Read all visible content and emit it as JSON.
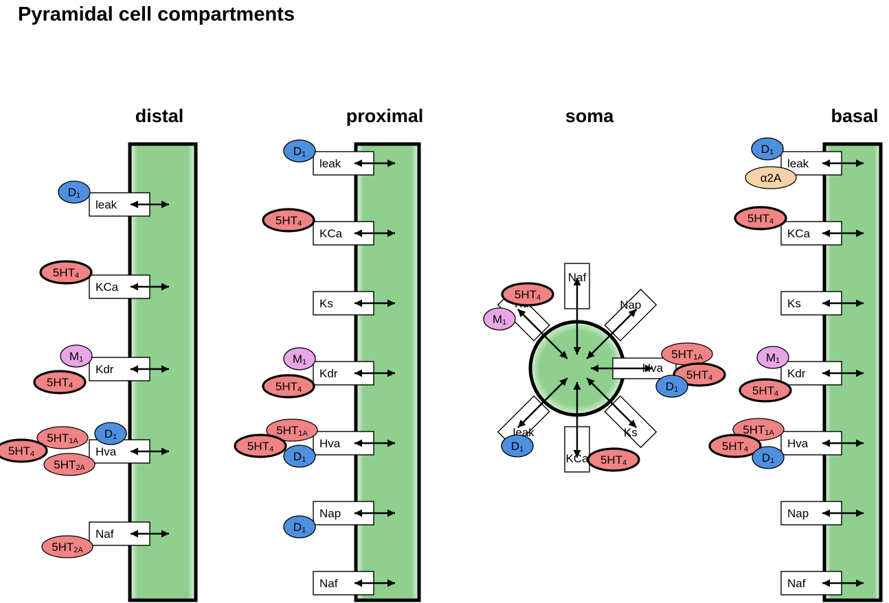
{
  "title": "Pyramidal cell compartments",
  "colors": {
    "membrane": "#8fd08f",
    "membrane_edge": "#000000",
    "serotonin_receptor": "#f08484",
    "dopamine_receptor": "#4f8fe0",
    "muscarinic_receptor": "#e9a6e6",
    "adrenergic_receptor": "#f7d2a9"
  },
  "receptor_types": {
    "5HT4": {
      "main": "5HT",
      "sub": "4",
      "color": "#f08484",
      "thick": true
    },
    "5HT1A": {
      "main": "5HT",
      "sub": "1A",
      "color": "#f08484",
      "thick": false
    },
    "5HT2A": {
      "main": "5HT",
      "sub": "2A",
      "color": "#f08484",
      "thick": false
    },
    "D1": {
      "main": "D",
      "sub": "1",
      "color": "#4f8fe0",
      "thick": false
    },
    "M1": {
      "main": "M",
      "sub": "1",
      "color": "#e9a6e6",
      "thick": false
    },
    "a2A": {
      "main": "α2A",
      "sub": "",
      "color": "#f7d2a9",
      "thick": false
    }
  },
  "panels": [
    {
      "name": "distal",
      "channels": [
        {
          "label": "leak",
          "receptors": [
            "D1"
          ]
        },
        {
          "label": "KCa",
          "receptors": [
            "5HT4"
          ]
        },
        {
          "label": "Kdr",
          "receptors": [
            "M1",
            "5HT4"
          ]
        },
        {
          "label": "Hva",
          "receptors": [
            "5HT1A",
            "D1",
            "5HT4",
            "5HT2A"
          ]
        },
        {
          "label": "Naf",
          "receptors": [
            "5HT2A"
          ]
        }
      ]
    },
    {
      "name": "proximal",
      "channels": [
        {
          "label": "leak",
          "receptors": [
            "D1"
          ]
        },
        {
          "label": "KCa",
          "receptors": [
            "5HT4"
          ]
        },
        {
          "label": "Ks",
          "receptors": []
        },
        {
          "label": "Kdr",
          "receptors": [
            "M1",
            "5HT4"
          ]
        },
        {
          "label": "Hva",
          "receptors": [
            "5HT1A",
            "5HT4",
            "D1"
          ]
        },
        {
          "label": "Nap",
          "receptors": [
            "D1"
          ]
        },
        {
          "label": "Naf",
          "receptors": []
        }
      ]
    },
    {
      "name": "soma",
      "channels": [
        {
          "label": "Naf",
          "receptors": []
        },
        {
          "label": "Nap",
          "receptors": []
        },
        {
          "label": "Hva",
          "receptors": [
            "5HT1A",
            "5HT4",
            "D1"
          ]
        },
        {
          "label": "Ks",
          "receptors": []
        },
        {
          "label": "KCa",
          "receptors": [
            "5HT4"
          ]
        },
        {
          "label": "leak",
          "receptors": [
            "D1"
          ]
        },
        {
          "label": "Kdr",
          "receptors": [
            "5HT4",
            "M1"
          ]
        }
      ]
    },
    {
      "name": "basal",
      "channels": [
        {
          "label": "leak",
          "receptors": [
            "D1",
            "a2A"
          ]
        },
        {
          "label": "KCa",
          "receptors": [
            "5HT4"
          ]
        },
        {
          "label": "Ks",
          "receptors": []
        },
        {
          "label": "Kdr",
          "receptors": [
            "M1",
            "5HT4"
          ]
        },
        {
          "label": "Hva",
          "receptors": [
            "5HT1A",
            "5HT4",
            "D1"
          ]
        },
        {
          "label": "Nap",
          "receptors": []
        },
        {
          "label": "Naf",
          "receptors": []
        }
      ]
    }
  ]
}
